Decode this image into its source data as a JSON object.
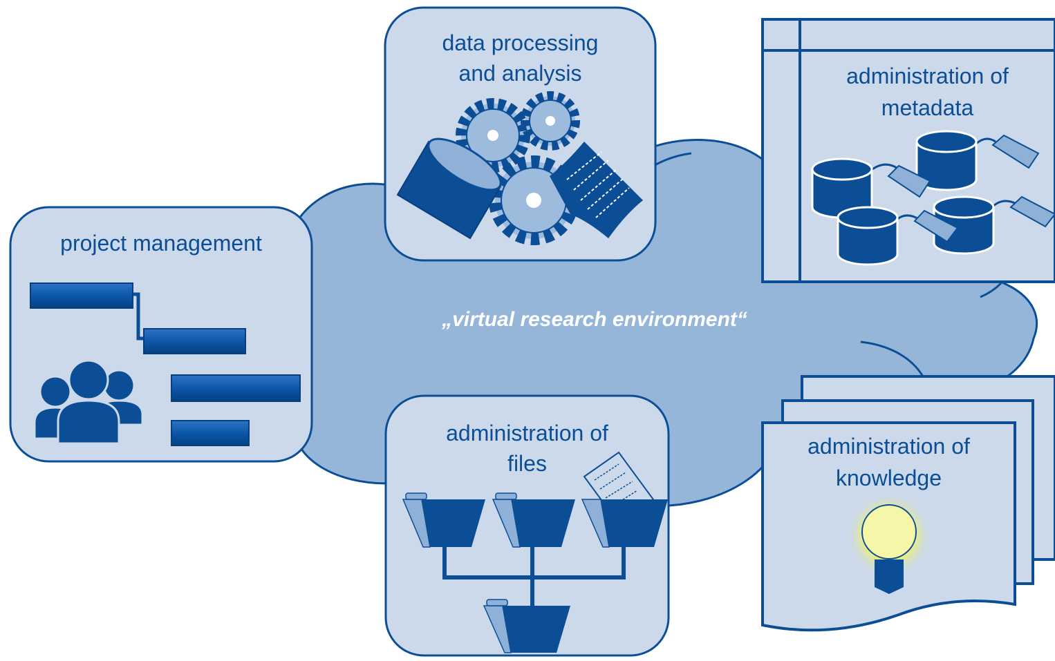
{
  "center_label": "„virtual research environment“",
  "boxes": {
    "project_management": {
      "title": "project management"
    },
    "data_processing": {
      "title_line1": "data processing",
      "title_line2": "and analysis"
    },
    "metadata": {
      "title_line1": "administration of",
      "title_line2": "metadata"
    },
    "files": {
      "title_line1": "administration of",
      "title_line2": "files"
    },
    "knowledge": {
      "title_line1": "administration of",
      "title_line2": "knowledge"
    }
  },
  "colors": {
    "dark_blue": "#0B4E96",
    "box_fill": "#CBD9EA",
    "cloud_fill": "#95B6D8",
    "light_blue": "#8FB1D7",
    "gear_fill": "#9DBBDD",
    "bulb_glow": "#F2F26A"
  }
}
